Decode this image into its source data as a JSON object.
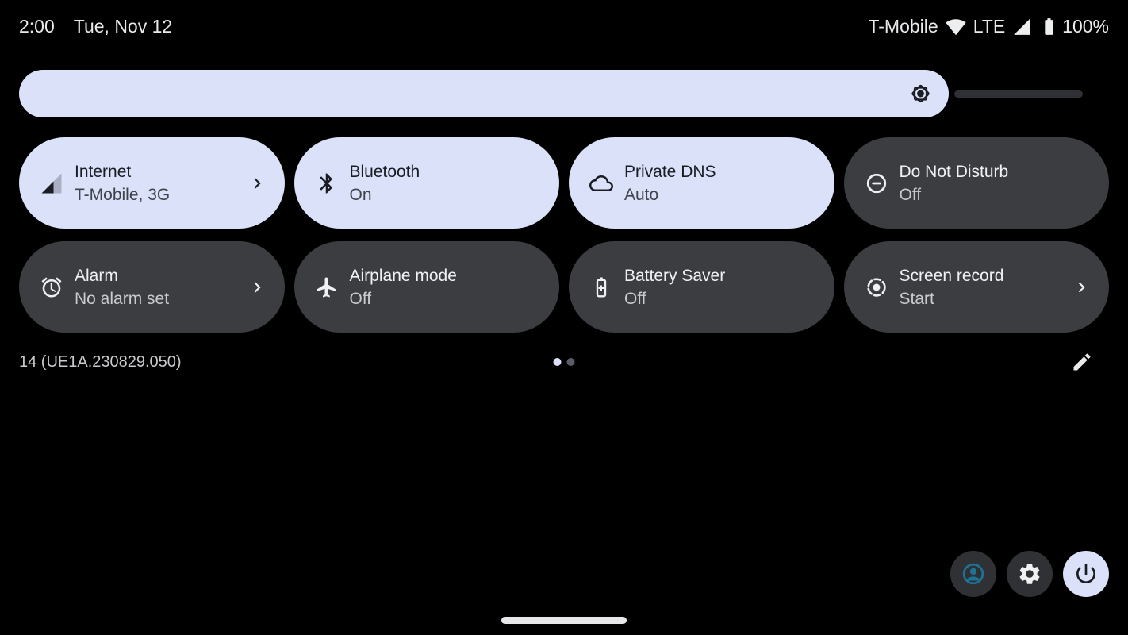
{
  "status_bar": {
    "time": "2:00",
    "date": "Tue, Nov 12",
    "carrier": "T-Mobile",
    "network_type": "LTE",
    "battery_level": "100%"
  },
  "brightness": {
    "level_percent": 87.4
  },
  "tiles": [
    {
      "id": "internet",
      "icon": "signal-cellular",
      "title": "Internet",
      "subtitle": "T-Mobile, 3G",
      "active": true,
      "chevron": true
    },
    {
      "id": "bluetooth",
      "icon": "bluetooth",
      "title": "Bluetooth",
      "subtitle": "On",
      "active": true,
      "chevron": false
    },
    {
      "id": "private-dns",
      "icon": "cloud",
      "title": "Private DNS",
      "subtitle": "Auto",
      "active": true,
      "chevron": false
    },
    {
      "id": "do-not-disturb",
      "icon": "do-not-disturb",
      "title": "Do Not Disturb",
      "subtitle": "Off",
      "active": false,
      "chevron": false
    },
    {
      "id": "alarm",
      "icon": "alarm",
      "title": "Alarm",
      "subtitle": "No alarm set",
      "active": false,
      "chevron": true
    },
    {
      "id": "airplane-mode",
      "icon": "airplane",
      "title": "Airplane mode",
      "subtitle": "Off",
      "active": false,
      "chevron": false
    },
    {
      "id": "battery-saver",
      "icon": "battery-saver",
      "title": "Battery Saver",
      "subtitle": "Off",
      "active": false,
      "chevron": false
    },
    {
      "id": "screen-record",
      "icon": "screen-record",
      "title": "Screen record",
      "subtitle": "Start",
      "active": false,
      "chevron": true
    }
  ],
  "footer": {
    "build_number": "14 (UE1A.230829.050)",
    "page_count": 2,
    "active_page": 1
  },
  "colors": {
    "background": "#000000",
    "active_tile": "#dae1f8",
    "inactive_tile": "#3b3d41",
    "button_circle": "#2f3134",
    "track": "#2e3035",
    "avatar_accent": "#1d7296"
  }
}
